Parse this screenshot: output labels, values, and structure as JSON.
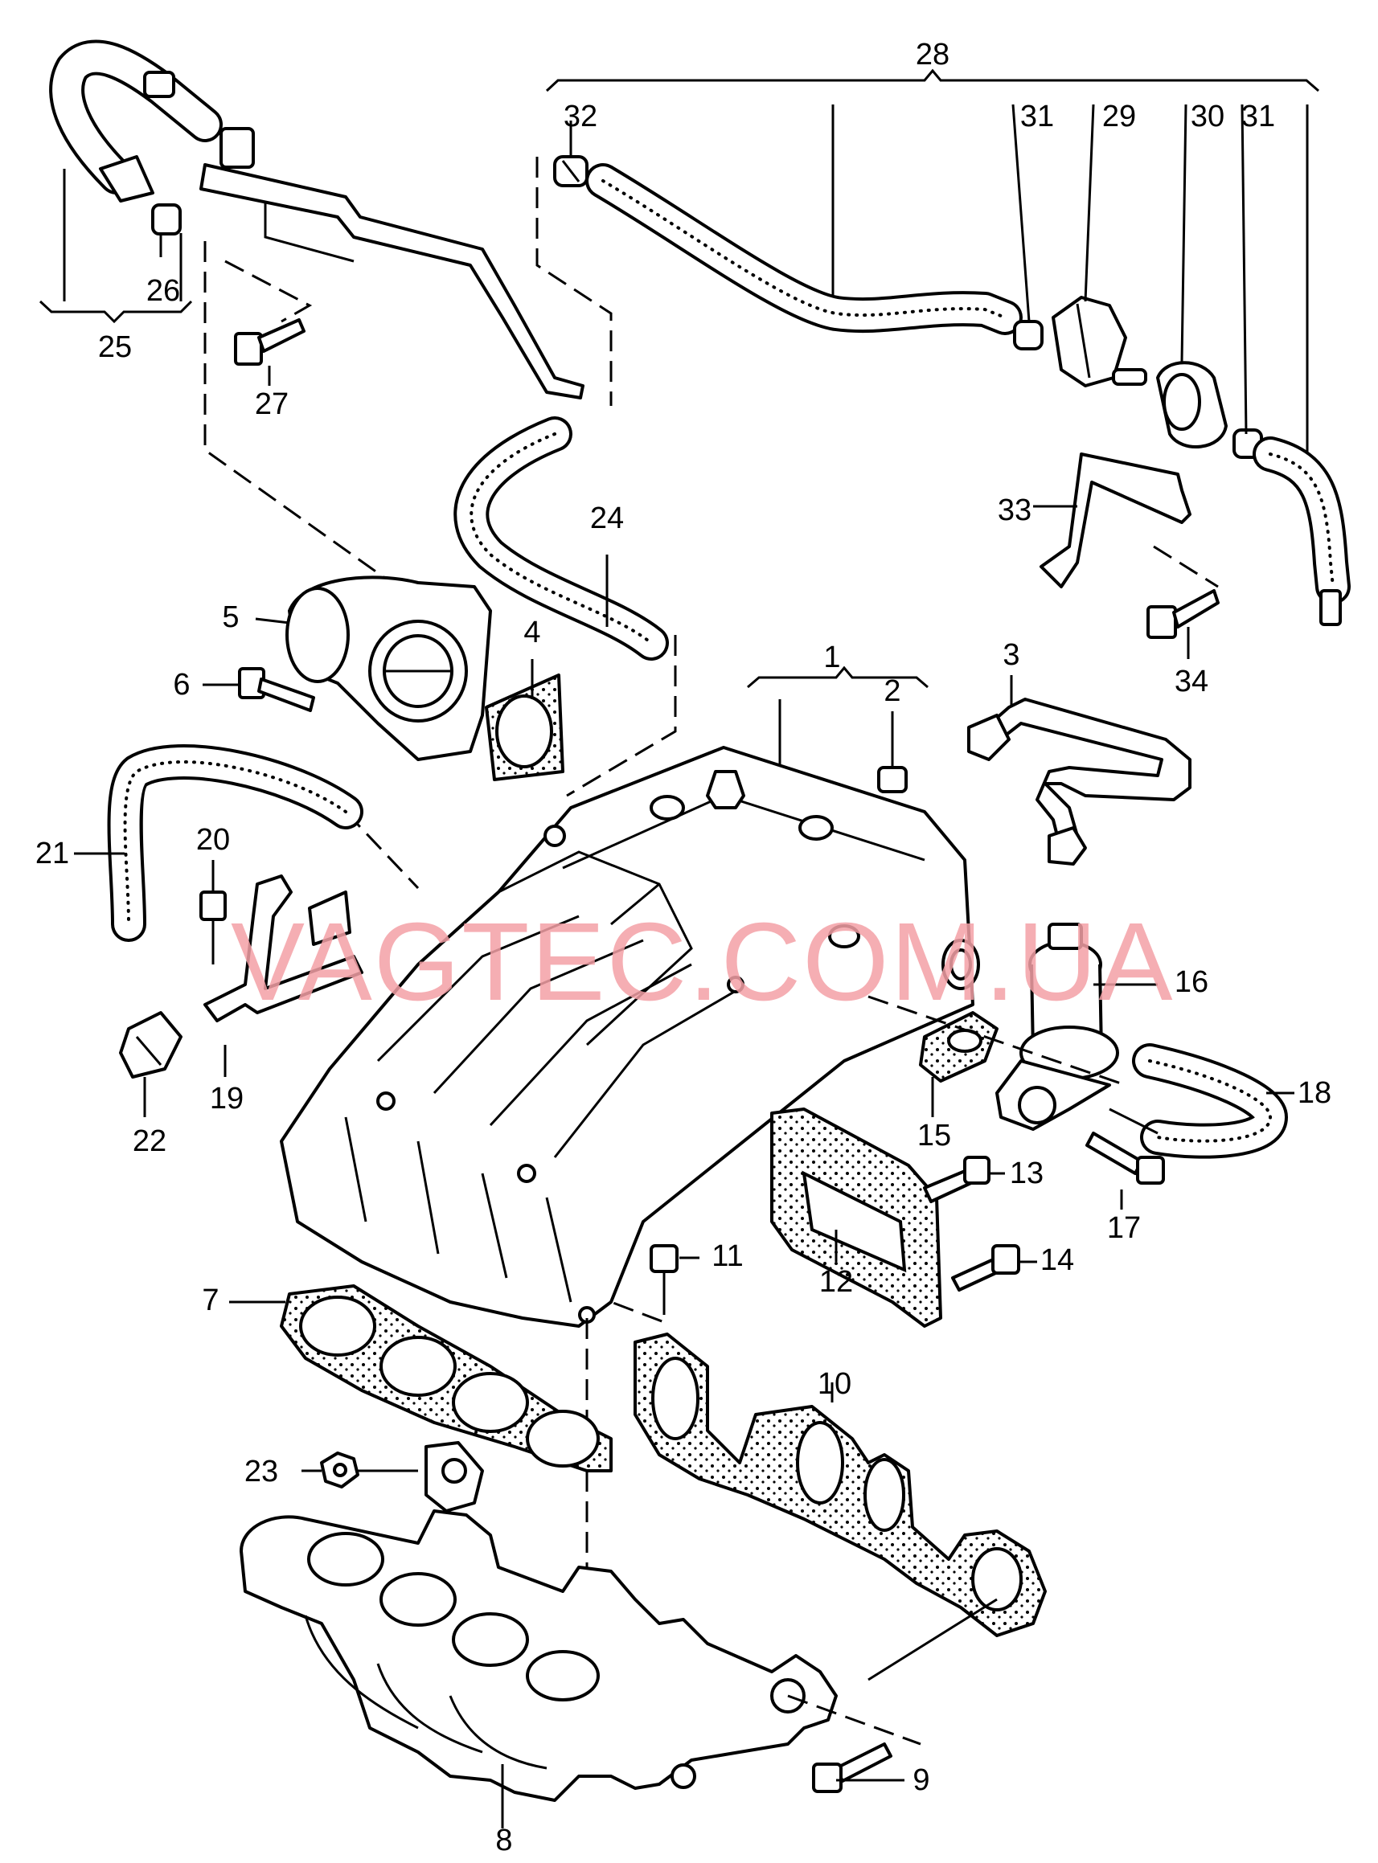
{
  "diagram": {
    "callouts": [
      {
        "id": "1",
        "text": "1"
      },
      {
        "id": "2",
        "text": "2"
      },
      {
        "id": "3",
        "text": "3"
      },
      {
        "id": "4",
        "text": "4"
      },
      {
        "id": "5",
        "text": "5"
      },
      {
        "id": "6",
        "text": "6"
      },
      {
        "id": "7",
        "text": "7"
      },
      {
        "id": "8",
        "text": "8"
      },
      {
        "id": "9",
        "text": "9"
      },
      {
        "id": "10",
        "text": "10"
      },
      {
        "id": "11",
        "text": "11"
      },
      {
        "id": "12",
        "text": "12"
      },
      {
        "id": "13",
        "text": "13"
      },
      {
        "id": "14",
        "text": "14"
      },
      {
        "id": "15",
        "text": "15"
      },
      {
        "id": "16",
        "text": "16"
      },
      {
        "id": "17",
        "text": "17"
      },
      {
        "id": "18",
        "text": "18"
      },
      {
        "id": "19",
        "text": "19"
      },
      {
        "id": "20",
        "text": "20"
      },
      {
        "id": "21",
        "text": "21"
      },
      {
        "id": "22",
        "text": "22"
      },
      {
        "id": "23",
        "text": "23"
      },
      {
        "id": "24",
        "text": "24"
      },
      {
        "id": "25",
        "text": "25"
      },
      {
        "id": "26",
        "text": "26"
      },
      {
        "id": "27",
        "text": "27"
      },
      {
        "id": "28",
        "text": "28"
      },
      {
        "id": "29",
        "text": "29"
      },
      {
        "id": "30",
        "text": "30"
      },
      {
        "id": "31a",
        "text": "31"
      },
      {
        "id": "31b",
        "text": "31"
      },
      {
        "id": "32",
        "text": "32"
      },
      {
        "id": "33",
        "text": "33"
      },
      {
        "id": "34",
        "text": "34"
      }
    ],
    "watermark": "VAGTEC.COM.UA",
    "colors": {
      "line": "#000000",
      "background": "#ffffff",
      "watermark": "#f4a0a6"
    }
  }
}
